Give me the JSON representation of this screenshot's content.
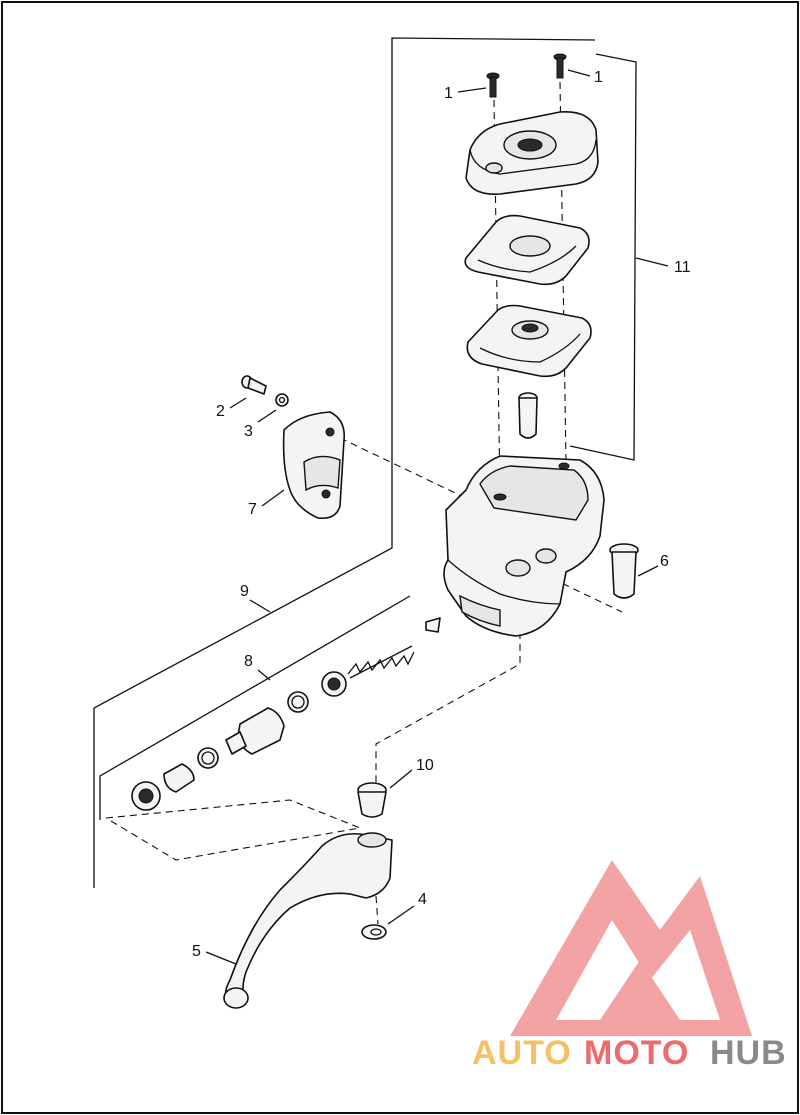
{
  "callouts": {
    "c1a": "1",
    "c1b": "1",
    "c2": "2",
    "c3": "3",
    "c4": "4",
    "c5": "5",
    "c6": "6",
    "c7": "7",
    "c8": "8",
    "c9": "9",
    "c10": "10",
    "c11": "11"
  },
  "watermark": {
    "part1": "AUTO",
    "part2": "MOTO",
    "part3": "HUB",
    "colors": {
      "auto": "#f6c065",
      "moto": "#ef6a6a",
      "hub": "#8a8a8a",
      "logo": "#f08a8a"
    }
  },
  "icons": [
    "triangle-logo-icon"
  ]
}
